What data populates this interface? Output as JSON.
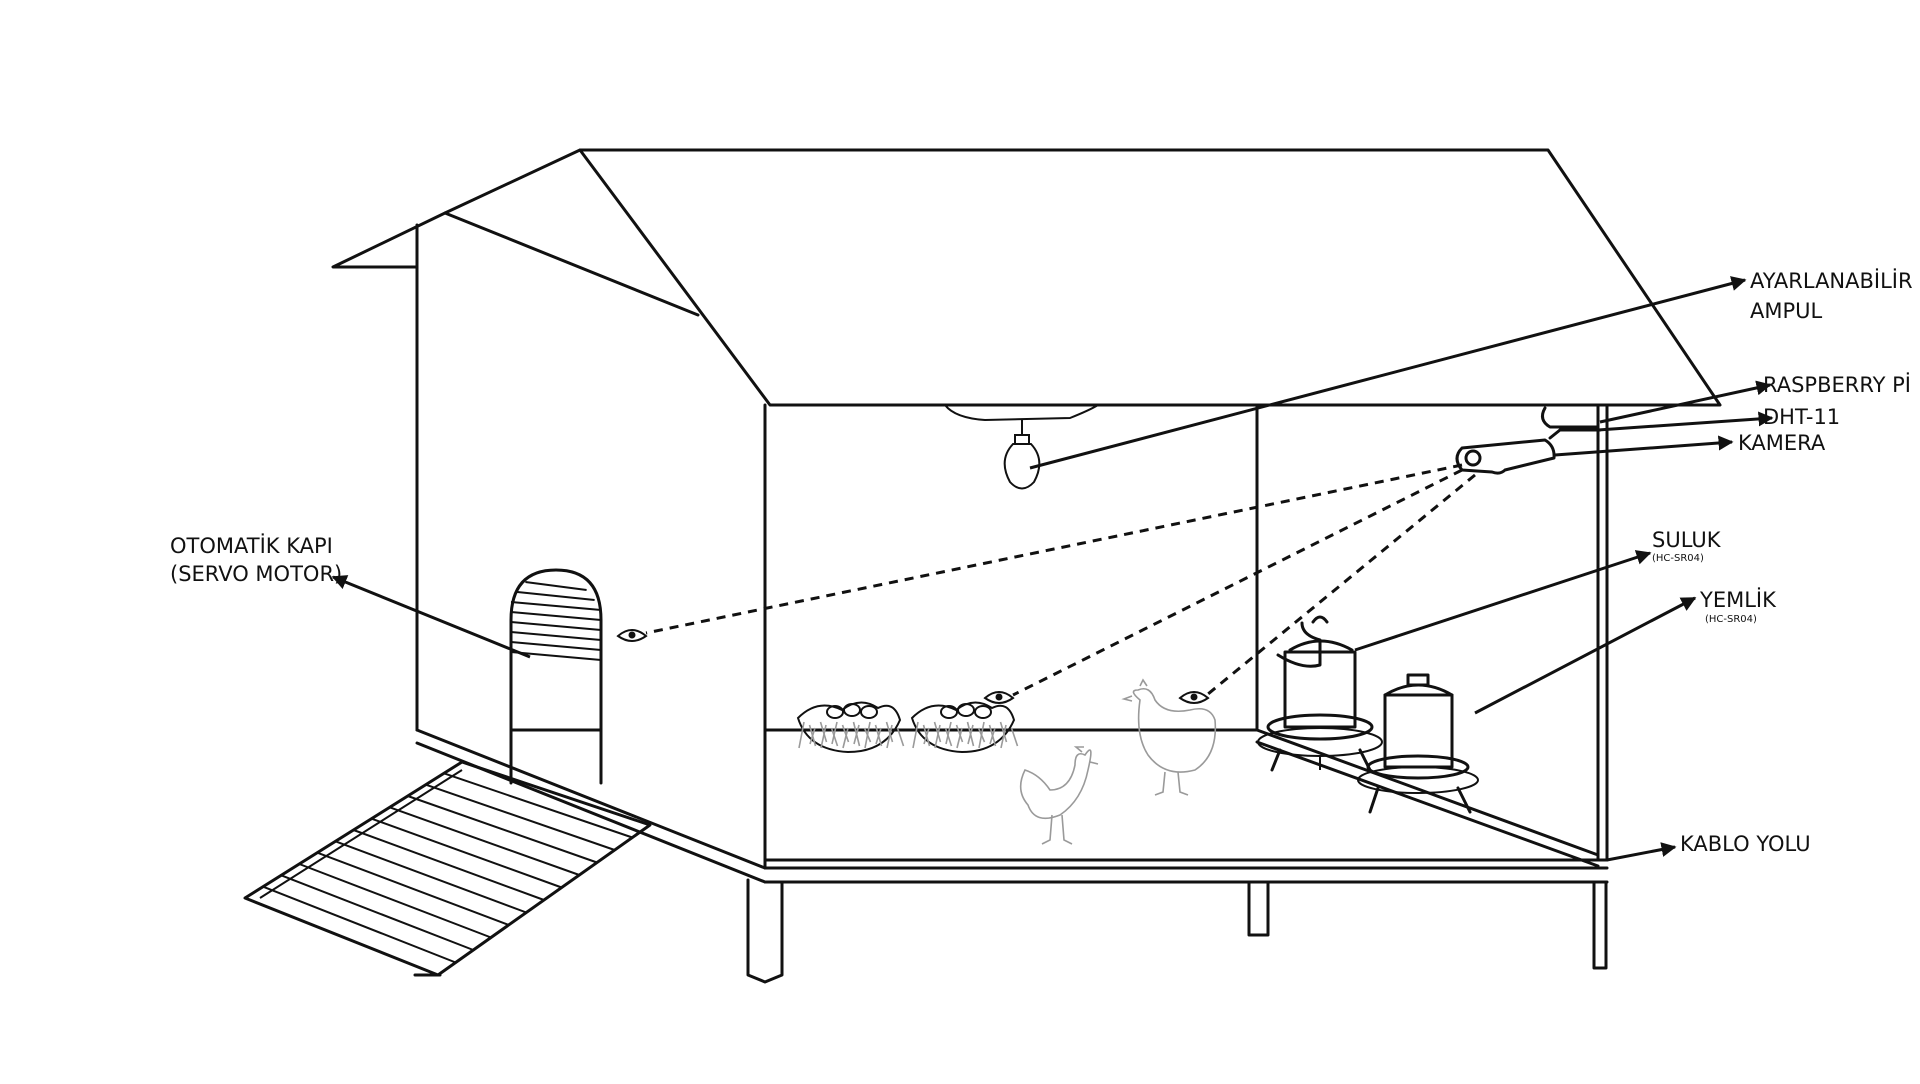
{
  "labels": {
    "lamp_line1": "AYARLANABİLİR",
    "lamp_line2": "AMPUL",
    "raspberry": "RASPBERRY Pİ",
    "dht": "DHT-11",
    "camera": "KAMERA",
    "water": "SULUK",
    "water_sensor": "(HC-SR04)",
    "feed": "YEMLİK",
    "feed_sensor": "(HC-SR04)",
    "cable": "KABLO YOLU",
    "door_line1": "OTOMATİK KAPI",
    "door_line2": "(SERVO MOTOR)"
  },
  "icons": [
    "eye-icon",
    "light-bulb-icon",
    "camera-icon",
    "chicken-icon",
    "nest-icon",
    "feeder-icon"
  ],
  "colors": {
    "line": "#111111",
    "faint": "#9a9a9a",
    "background": "#ffffff"
  }
}
